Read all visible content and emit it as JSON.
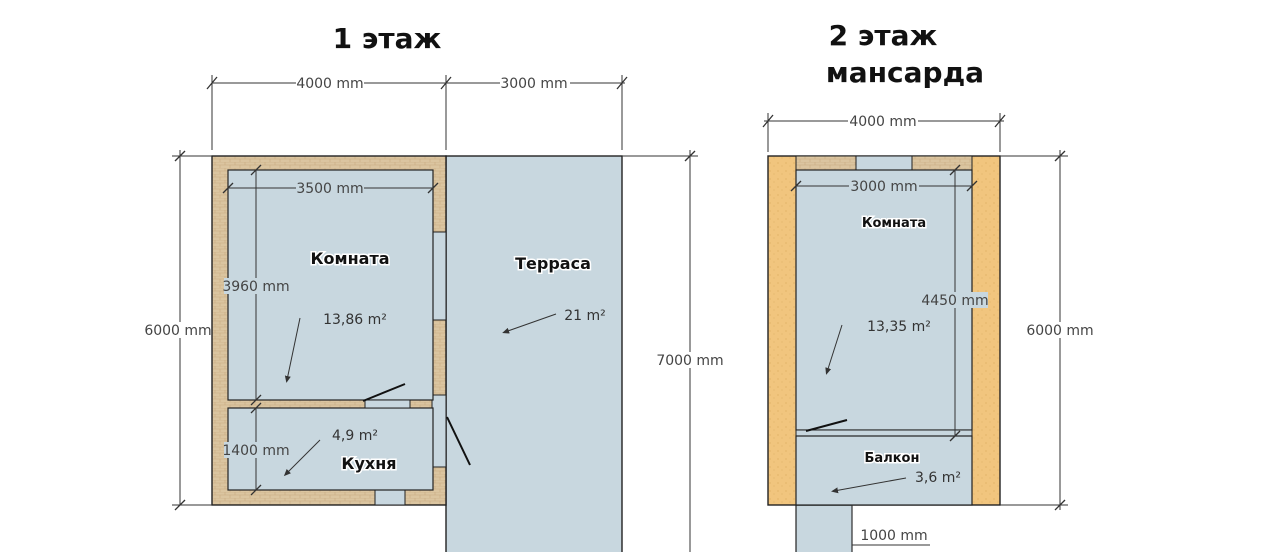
{
  "floor1": {
    "title": "1 этаж",
    "dims": {
      "top_left": "4000 mm",
      "top_right": "3000 mm",
      "left_height": "6000 mm",
      "right_height": "7000 mm",
      "room_width": "3500 mm",
      "room_height": "3960 mm",
      "kitchen_height": "1400 mm"
    },
    "rooms": {
      "room_label": "Комната",
      "room_area": "13,86 m²",
      "terrace_label": "Терраса",
      "terrace_area": "21 m²",
      "kitchen_label": "Кухня",
      "kitchen_area": "4,9 m²"
    }
  },
  "floor2": {
    "title_line1": "2 этаж",
    "title_line2": "мансарда",
    "dims": {
      "top": "4000 mm",
      "inner_width": "3000 mm",
      "inner_height": "4450 mm",
      "right_height": "6000 mm",
      "balcony_width": "1000 mm"
    },
    "rooms": {
      "room_label": "Комната",
      "room_area": "13,35 m²",
      "balcony_label": "Балкон",
      "balcony_area": "3,6 m²"
    }
  },
  "colors": {
    "floor": "#c8d7df",
    "brick": "#dcc6a2",
    "timber": "#f1c27a",
    "line": "#222222"
  }
}
